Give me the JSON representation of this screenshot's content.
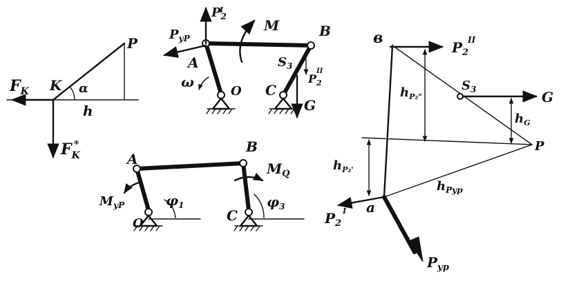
{
  "panel_point": {
    "F_k": "F",
    "F_k_sub": "K",
    "K": "K",
    "alpha": "α",
    "h": "h",
    "P": "P",
    "F_star": "F",
    "F_star_sub": "K",
    "F_star_sup": "*"
  },
  "panel_mechanism_top": {
    "P_y": "P",
    "P_y_sub": "уР",
    "P2_prime": "P",
    "P2_prime_sub": "2",
    "P2_prime_sup": "I",
    "M": "M",
    "B": "B",
    "A": "A",
    "S3": "S",
    "S3_sub": "3",
    "P2_dbl": "P",
    "P2_dbl_sub": "2",
    "P2_dbl_sup": "II",
    "omega": "ω",
    "O": "O",
    "C": "C",
    "G": "G"
  },
  "panel_mechanism_bottom": {
    "A": "A",
    "B": "B",
    "M_q": "M",
    "M_q_sub": "Q",
    "M_y": "M",
    "M_y_sub": "уР",
    "phi1": "φ",
    "phi1_sub": "1",
    "phi3": "φ",
    "phi3_sub": "3",
    "O": "O",
    "C": "C"
  },
  "panel_polygon": {
    "b": "в",
    "P2_dbl": "P",
    "P2_dbl_sub": "2",
    "P2_dbl_sup": "II",
    "s3": "S",
    "s3_sub": "3",
    "G": "G",
    "h_p2_dbl": "h",
    "h_p2_dbl_sub": "P₂\"",
    "h_g": "h",
    "h_g_sub": "G",
    "p": "P",
    "h_p2_prime": "h",
    "h_p2_prime_sub": "P₂'",
    "h_pyp": "h",
    "h_pyp_sub": "Pур",
    "a": "a",
    "P2_prime": "P",
    "P2_prime_sub": "2",
    "P2_prime_sup": "I",
    "P_yp": "P",
    "P_yp_sub": "ур"
  }
}
